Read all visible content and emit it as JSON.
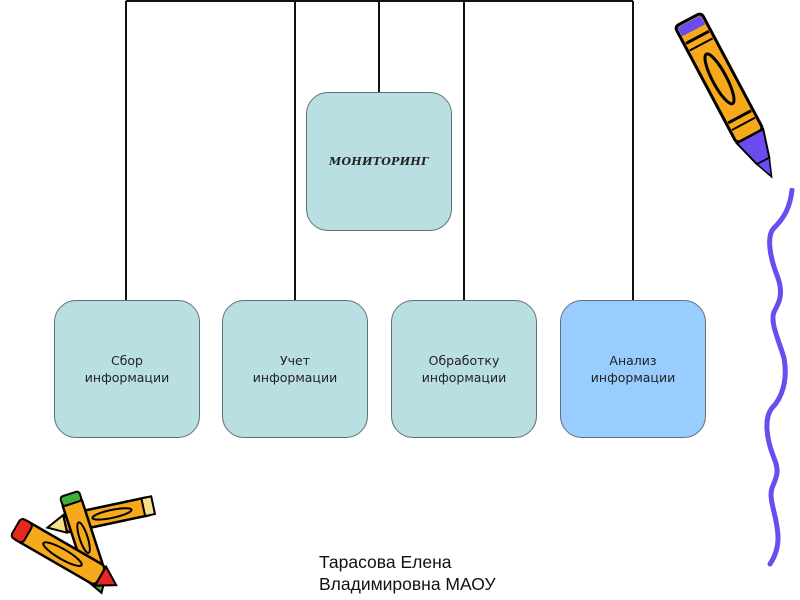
{
  "diagram": {
    "type": "hierarchy",
    "root": {
      "label": "МОНИТОРИНГ",
      "color": "#badfe3"
    },
    "children": [
      {
        "line1": "Сбор",
        "line2": "информации",
        "color": "#badfe3"
      },
      {
        "line1": "Учет",
        "line2": "информации",
        "color": "#badfe3"
      },
      {
        "line1": "Обработку",
        "line2": "информации",
        "color": "#badfe3"
      },
      {
        "line1": "Анализ",
        "line2": "информации",
        "color": "#99ccff"
      }
    ],
    "connector_color": "#111111"
  },
  "footer": {
    "line1": "Тарасова Елена",
    "line2": "Владимировна МАОУ"
  },
  "decorations": {
    "pencil_top_right": "pencil-icon",
    "squiggle_right": "squiggle-line",
    "pencils_bottom_left": "crossed-pencils-icon",
    "pencil_color": "#f5a91b",
    "accent_purple": "#6a4cf0"
  }
}
